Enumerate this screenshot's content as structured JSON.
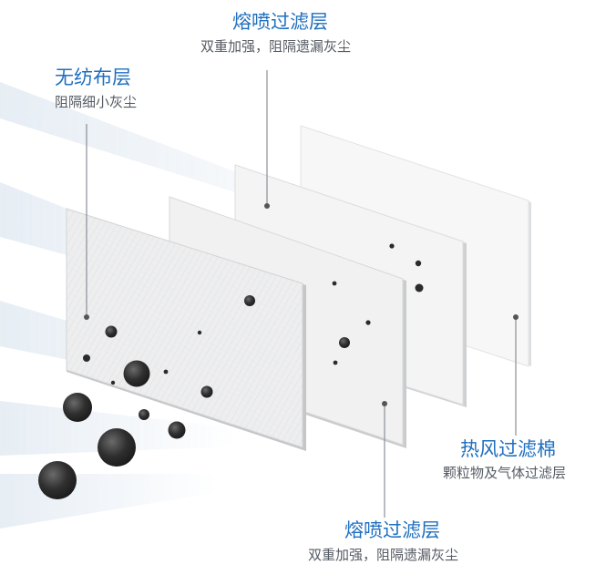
{
  "layers": [
    {
      "title": "无纺布层",
      "description": "阻隔细小灰尘"
    },
    {
      "title": "熔喷过滤层",
      "description": "双重加强，阻隔遗漏灰尘"
    },
    {
      "title": "熔喷过滤层",
      "description": "双重加强，阻隔遗漏灰尘"
    },
    {
      "title": "热风过滤棉",
      "description": "颗粒物及气体过滤层"
    }
  ],
  "colors": {
    "label_title": "#1f6fbf",
    "label_text": "#555b63",
    "particle": "#2b2b2b",
    "filter_sheet": "#f2f2f2"
  }
}
